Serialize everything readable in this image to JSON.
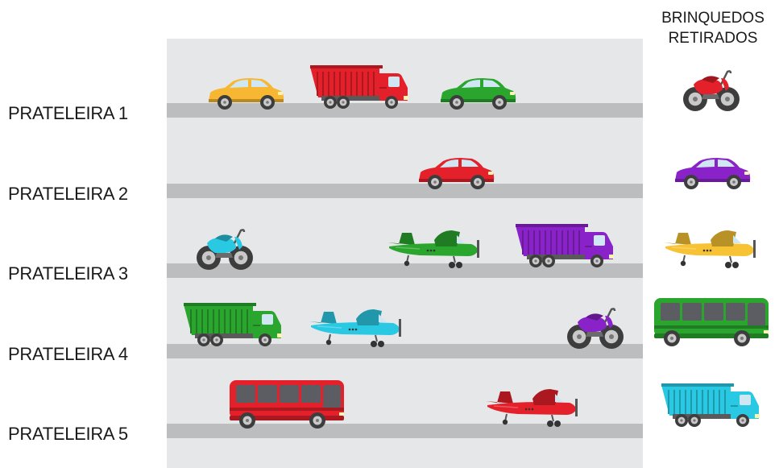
{
  "removed_panel": {
    "title_line1": "BRINQUEDOS",
    "title_line2": "RETIRADOS",
    "toys": [
      {
        "type": "motorcycle",
        "color": "#e4202a"
      },
      {
        "type": "car",
        "color": "#8a22c9"
      },
      {
        "type": "airplane",
        "color": "#f7c234"
      },
      {
        "type": "bus",
        "color": "#2aa52d"
      },
      {
        "type": "truck",
        "color": "#2ac9e3"
      }
    ]
  },
  "shelves": [
    {
      "label": "PRATELEIRA 1",
      "toys": [
        {
          "type": "car",
          "color": "#f7b733"
        },
        {
          "type": "truck",
          "color": "#e4202a"
        },
        {
          "type": "car",
          "color": "#2aa52d"
        }
      ]
    },
    {
      "label": "PRATELEIRA 2",
      "toys": [
        {
          "type": "car",
          "color": "#e4202a"
        }
      ]
    },
    {
      "label": "PRATELEIRA 3",
      "toys": [
        {
          "type": "motorcycle",
          "color": "#2ac9e3"
        },
        {
          "type": "airplane",
          "color": "#2aa52d"
        },
        {
          "type": "truck",
          "color": "#8a22c9"
        }
      ]
    },
    {
      "label": "PRATELEIRA 4",
      "toys": [
        {
          "type": "truck",
          "color": "#2aa52d"
        },
        {
          "type": "airplane",
          "color": "#2ac9e3"
        },
        {
          "type": "motorcycle",
          "color": "#8a22c9"
        }
      ]
    },
    {
      "label": "PRATELEIRA 5",
      "toys": [
        {
          "type": "bus",
          "color": "#e4202a"
        },
        {
          "type": "airplane",
          "color": "#e4202a"
        }
      ]
    }
  ]
}
